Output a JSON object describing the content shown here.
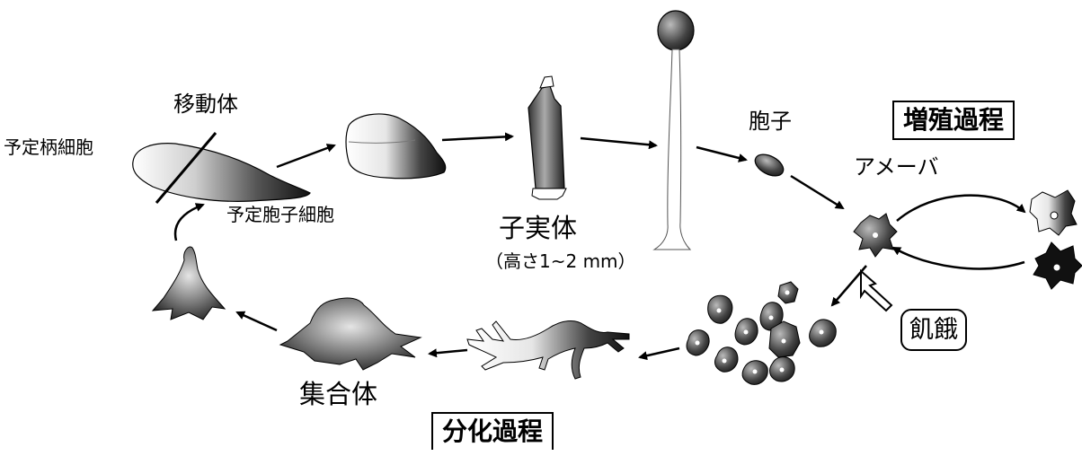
{
  "labels": {
    "slug": "移動体",
    "prestalk": "予定柄細胞",
    "prespore": "予定胞子細胞",
    "fruiting_body": "子実体",
    "height_note": "（高さ1~2 mm）",
    "spore": "胞子",
    "amoeba": "アメーバ",
    "aggregate": "集合体"
  },
  "boxes": {
    "growth": "増殖過程",
    "differentiation": "分化過程",
    "starvation": "飢餓"
  },
  "colors": {
    "ink": "#000000",
    "background": "#ffffff"
  }
}
